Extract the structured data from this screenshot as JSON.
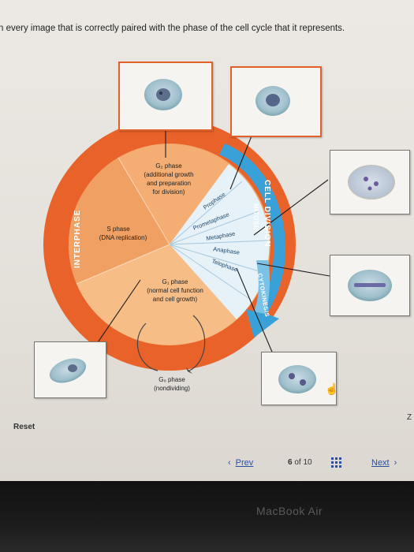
{
  "instruction": "n every image that is correctly paired with the phase of the cell cycle that it represents.",
  "cycle": {
    "interphase_label": "INTERPHASE",
    "cell_division_label": "CELL DIVISION",
    "mitosis_label": "MITOSIS",
    "cytokinesis_label": "CYTOKINESIS",
    "g2_title": "G₂ phase",
    "g2_desc_1": "(additional growth",
    "g2_desc_2": "and preparation",
    "g2_desc_3": "for division)",
    "s_title": "S phase",
    "s_desc": "(DNA replication)",
    "g1_title": "G₁ phase",
    "g1_desc_1": "(normal cell function",
    "g1_desc_2": "and cell growth)",
    "g0_title": "G₀ phase",
    "g0_desc": "(nondividing)",
    "mitosis_phases": [
      "Prophase",
      "Prometaphase",
      "Metaphase",
      "Anaphase",
      "Telophase"
    ]
  },
  "cards": [
    {
      "name": "cell-image-card-1",
      "selected": true
    },
    {
      "name": "cell-image-card-2",
      "selected": true
    },
    {
      "name": "cell-image-card-3",
      "selected": false
    },
    {
      "name": "cell-image-card-4",
      "selected": false
    },
    {
      "name": "cell-image-card-5",
      "selected": false
    },
    {
      "name": "cell-image-card-6",
      "selected": false
    }
  ],
  "controls": {
    "reset_label": "Reset",
    "zoom_fragment": "Z",
    "prev_label": "Prev",
    "page_current": "6",
    "page_sep": "of",
    "page_total": "10",
    "next_label": "Next",
    "prev_icon": "chevron-left-icon",
    "next_icon": "chevron-right-icon",
    "grid_icon": "grid-icon"
  },
  "device": {
    "brand": "MacBook Air"
  },
  "colors": {
    "interphase_outer": "#e8622a",
    "interphase_inner": "#f2a66a",
    "g1_fill": "#f6b97e",
    "mitosis_arrow": "#3aa0d8",
    "selected_border": "#e0622a",
    "link": "#2a4fa0"
  }
}
